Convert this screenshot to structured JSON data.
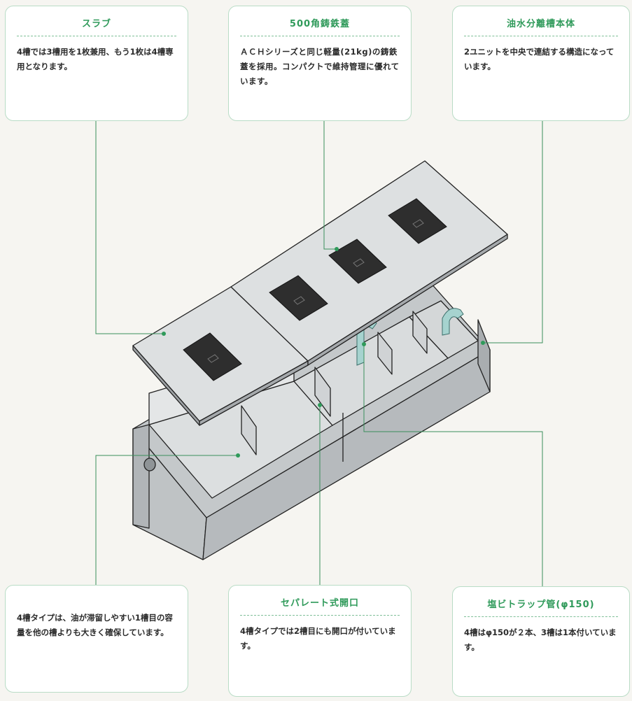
{
  "callouts": {
    "slab": {
      "title": "スラブ",
      "text": "4槽では3槽用を1枚兼用、もう1枚は4槽専用となります。"
    },
    "cover": {
      "title": "500角鋳鉄蓋",
      "text": "ＡＣＨシリーズと同じ軽量(21kg)の鋳鉄蓋を採用。コンパクトで維持管理に優れています。"
    },
    "body": {
      "title": "油水分離槽本体",
      "text": "2ユニットを中央で連結する構造になっています。"
    },
    "first_tank": {
      "text": "4槽タイプは、油が滞留しやすい1槽目の容量を他の槽よりも大きく確保しています。"
    },
    "separate_opening": {
      "title": "セパレート式開口",
      "text": "4槽タイプでは2槽目にも開口が付いています。"
    },
    "trap_pipe": {
      "title": "塩ビトラップ管(φ150)",
      "text": "4槽はφ150が２本、3槽は1本付いています。"
    }
  },
  "colors": {
    "accent": "#2f9a5a",
    "leader_line": "#3a8f5c",
    "card_border": "#b9dcc6",
    "concrete": "#c9cdcf",
    "cover": "#2e2e2e",
    "pipe": "#a6d3cf"
  }
}
